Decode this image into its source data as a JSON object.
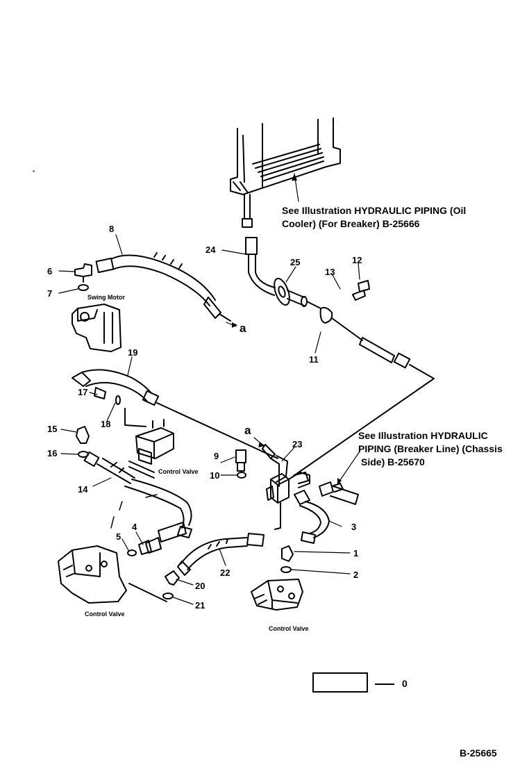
{
  "diagram": {
    "part_numbers": {
      "n1": "1",
      "n2": "2",
      "n3": "3",
      "n4": "4",
      "n5": "5",
      "n6": "6",
      "n7": "7",
      "n8": "8",
      "n9": "9",
      "n10": "10",
      "n11": "11",
      "n12": "12",
      "n13": "13",
      "n14": "14",
      "n15": "15",
      "n16": "16",
      "n17": "17",
      "n18": "18",
      "n19": "19",
      "n20": "20",
      "n21": "21",
      "n22": "22",
      "n23": "23",
      "n24": "24",
      "n25": "25"
    },
    "connection_marks": {
      "a_upper": "a",
      "a_lower": "a"
    },
    "component_captions": {
      "swing_motor": "Swing Motor",
      "control_valve_mid": "Control Valve",
      "control_valve_left": "Control Valve",
      "control_valve_right": "Control Valve"
    },
    "notes": {
      "oil_cooler_line1": "See Illustration HYDRAULIC PIPING (Oil",
      "oil_cooler_line2": "Cooler) (For Breaker) B-25666",
      "breaker_line1": "See Illustration HYDRAULIC",
      "breaker_line2": "PIPING (Breaker Line) (Chassis",
      "breaker_line3": "Side) B-25670"
    },
    "legend": {
      "value": "0"
    },
    "figure_id": "B-25665"
  }
}
